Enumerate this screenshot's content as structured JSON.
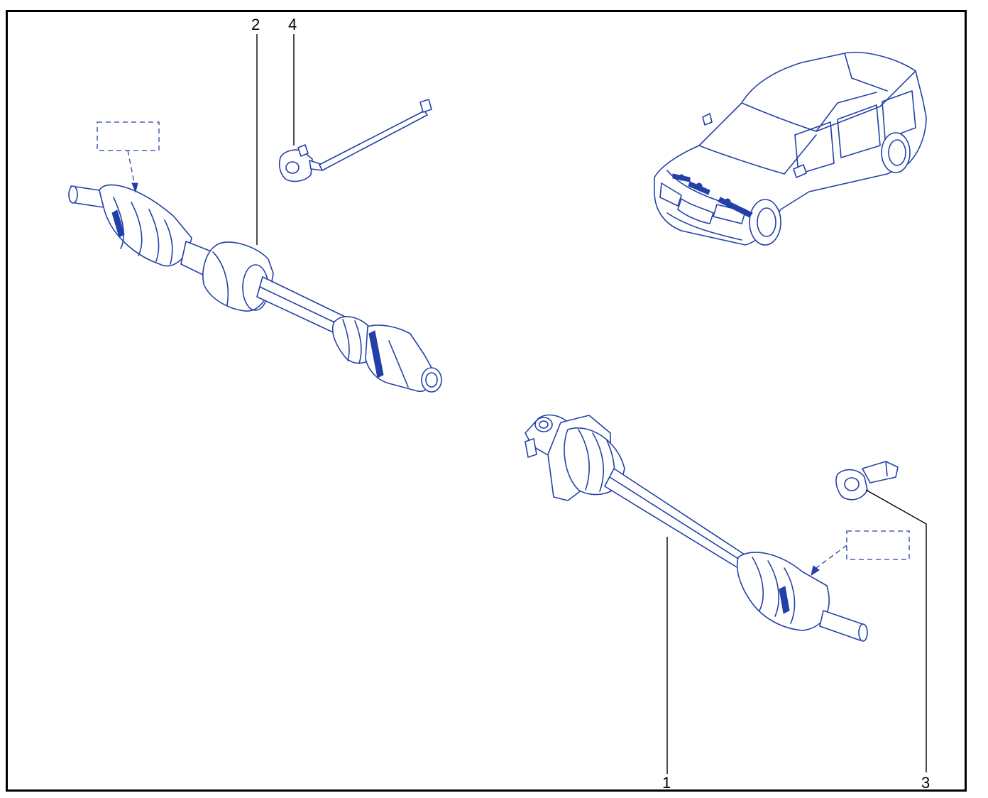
{
  "callouts": {
    "part_1": "1",
    "part_2": "2",
    "part_3": "3",
    "part_4": "4"
  },
  "colors": {
    "line_art": "#2340a8",
    "frame": "#000000",
    "background": "#ffffff"
  }
}
